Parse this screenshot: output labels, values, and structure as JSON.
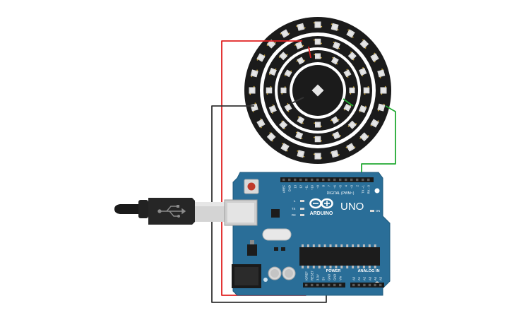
{
  "board": {
    "brand": "ARDUINO",
    "model": "UNO",
    "digital_header": "DIGITAL (PWM~)",
    "power_header": "POWER",
    "analog_header": "ANALOG IN",
    "led_l": "L",
    "led_tx": "TX",
    "led_rx": "RX",
    "led_on": "ON",
    "digital_pins": [
      "AREF",
      "GND",
      "13",
      "12",
      "~11",
      "~10",
      "~9",
      "8",
      "7",
      "~6",
      "~5",
      "4",
      "~3",
      "2",
      "TX→1",
      "RX←0"
    ],
    "power_pins": [
      "IOREF",
      "RESET",
      "3.3V",
      "5V",
      "GND",
      "GND",
      "Vin"
    ],
    "analog_pins": [
      "A0",
      "A1",
      "A2",
      "A3",
      "A4",
      "A5"
    ]
  },
  "rings": {
    "outer_count": 24,
    "middle_count": 16,
    "inner_count": 12,
    "center_count": 1
  },
  "wires": {
    "power_color": "#e02020",
    "ground_color": "#333333",
    "data_color": "#22aa33"
  },
  "colors": {
    "board": "#2a6e98",
    "pixel": "#e6e6e6",
    "ring": "#1b1b1b"
  }
}
